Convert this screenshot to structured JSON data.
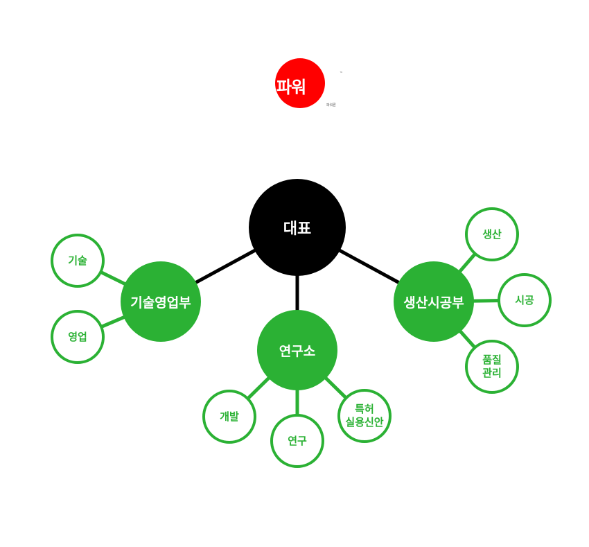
{
  "logo": {
    "text_a": "파워",
    "text_b": "론",
    "tm": "™",
    "sub": "파워론"
  },
  "root": {
    "label": "대표"
  },
  "departments": [
    {
      "label": "기술영업부",
      "children": [
        "기술",
        "영업"
      ]
    },
    {
      "label": "연구소",
      "children": [
        "개발",
        "연구",
        "특허\n실용신안"
      ]
    },
    {
      "label": "생산시공부",
      "children": [
        "생산",
        "시공",
        "품질\n관리"
      ]
    }
  ],
  "colors": {
    "green": "#2bb134",
    "root": "#000000",
    "logo": "#ff0000"
  }
}
